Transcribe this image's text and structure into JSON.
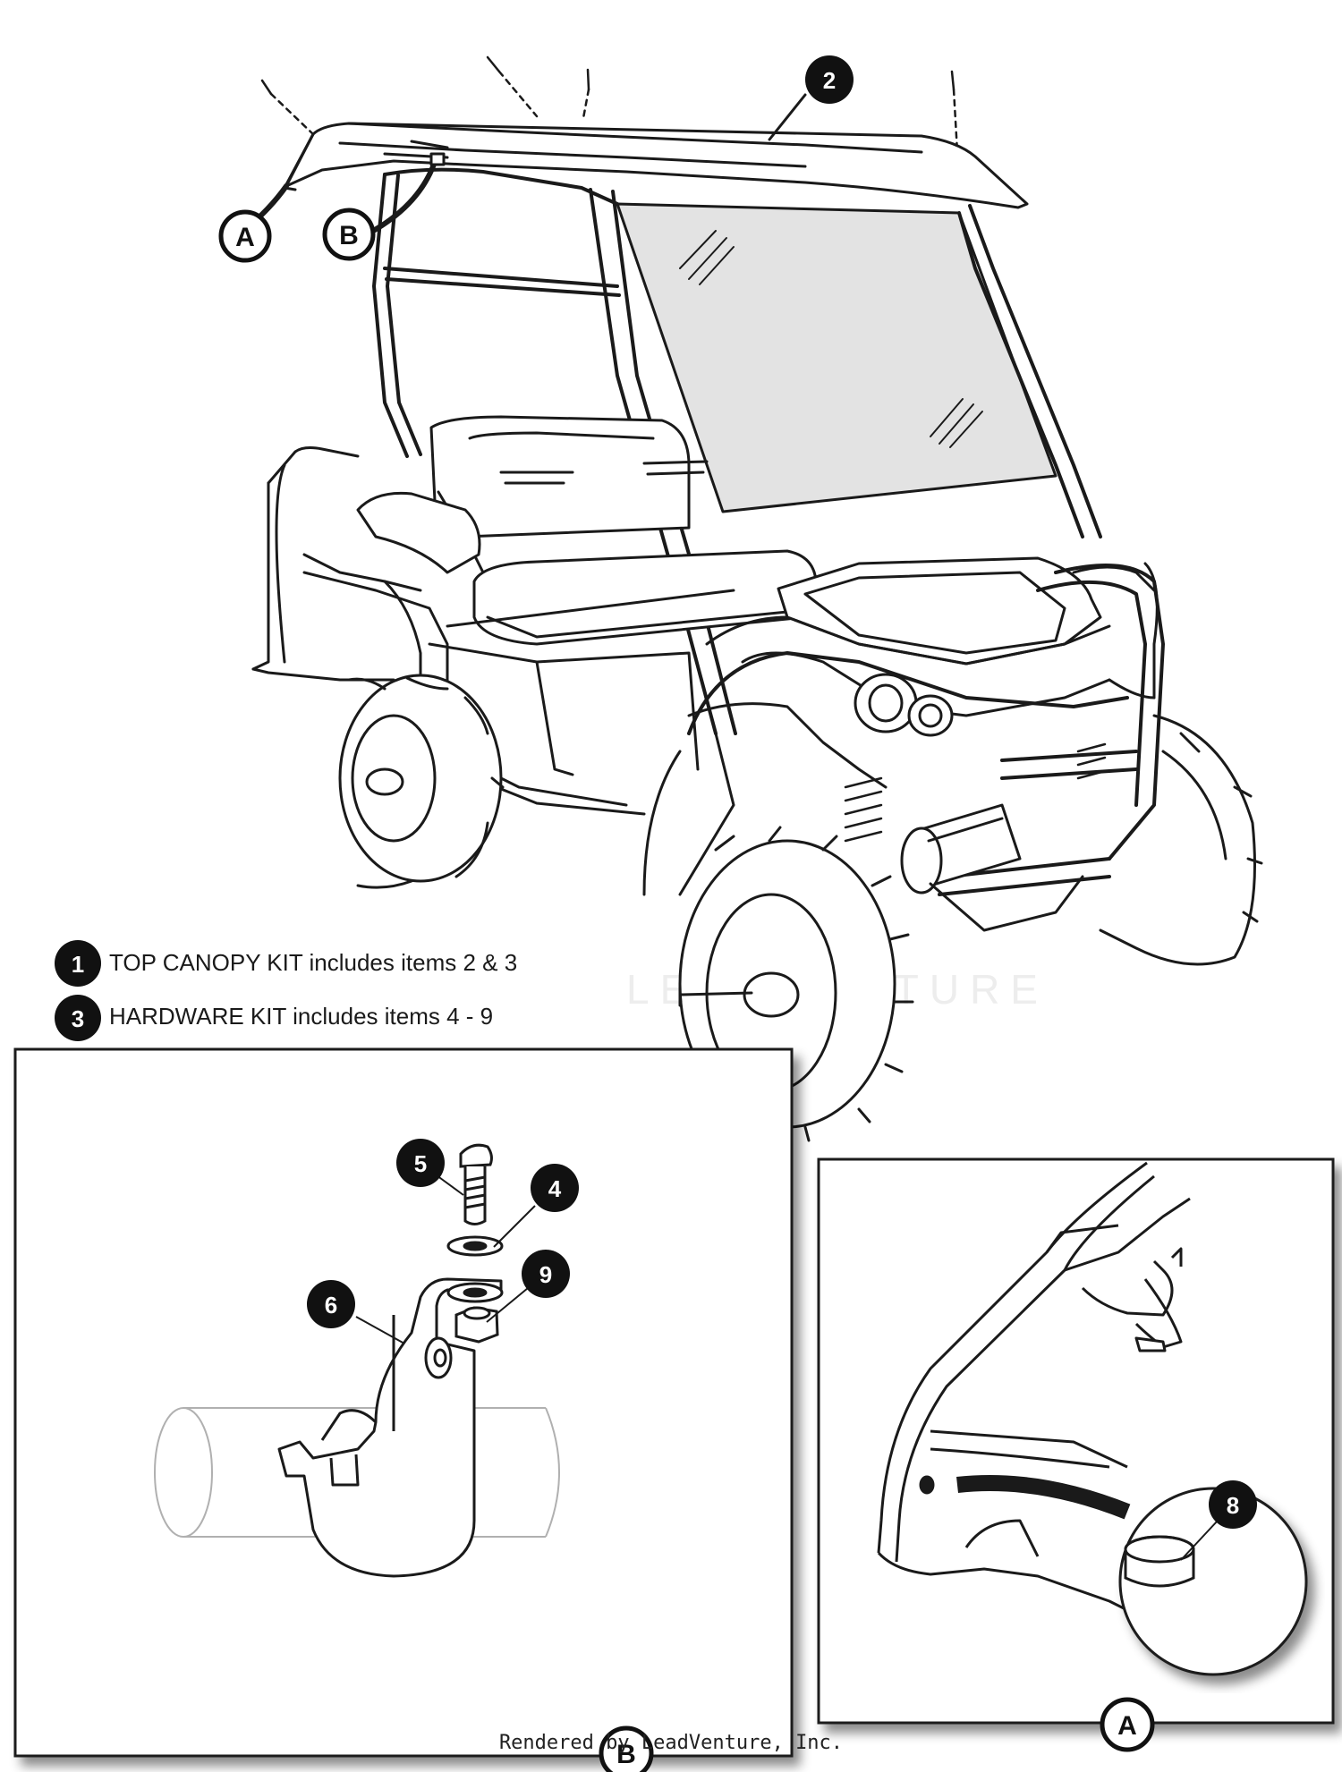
{
  "callouts": {
    "c1": "1",
    "c2": "2",
    "c3": "3",
    "c4": "4",
    "c5": "5",
    "c6": "6",
    "c8": "8",
    "c9": "9",
    "cA": "A",
    "cB": "B",
    "detailA": "A",
    "detailB": "B"
  },
  "legend": {
    "item1": "TOP CANOPY KIT includes items 2 & 3",
    "item3": "HARDWARE KIT includes items 4 - 9"
  },
  "watermark": "LEADVENTURE",
  "credit": "Rendered by LeadVenture, Inc.",
  "colors": {
    "ink": "#1a1a1a",
    "badge": "#111111",
    "glass": "#e3e3e3",
    "watermark": "#eeeeee"
  }
}
